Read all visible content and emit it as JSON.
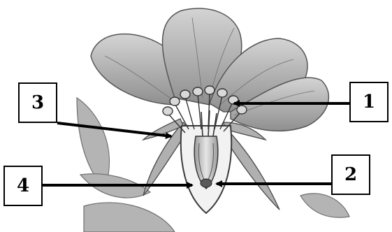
{
  "diagram": {
    "labels": [
      {
        "id": "1",
        "text": "1"
      },
      {
        "id": "2",
        "text": "2"
      },
      {
        "id": "3",
        "text": "3"
      },
      {
        "id": "4",
        "text": "4"
      }
    ],
    "colors": {
      "line": "#000000",
      "petal_fill": "#bfbfbf",
      "petal_stroke": "#5a5a5a",
      "background": "#ffffff"
    }
  }
}
